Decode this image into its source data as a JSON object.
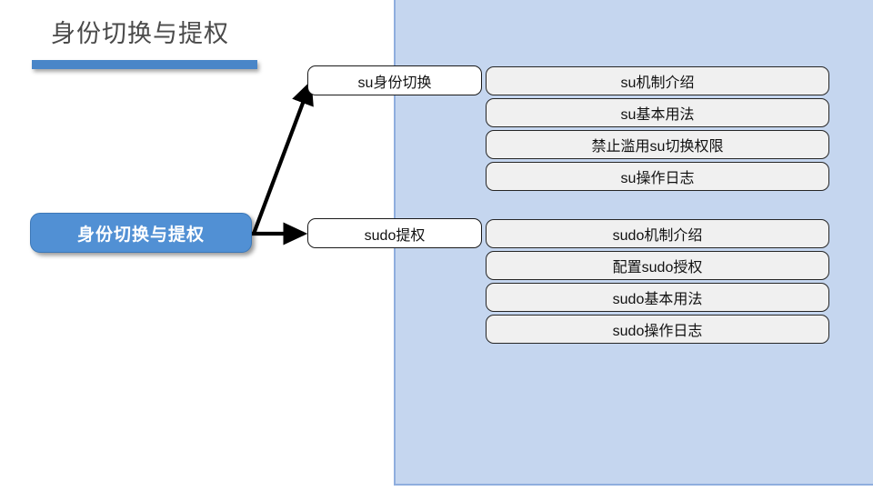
{
  "slide": {
    "title": "身份切换与提权",
    "accent_color": "#4a86c8",
    "panel_color": "#c5d6ef",
    "panel_border_color": "#8faede",
    "node_fill": "#f0f0f0",
    "root_fill": "#5190d4"
  },
  "root": {
    "label": "身份切换与提权"
  },
  "branches": [
    {
      "label": "su身份切换",
      "children": [
        {
          "label": "su机制介绍"
        },
        {
          "label": "su基本用法"
        },
        {
          "label": "禁止滥用su切换权限"
        },
        {
          "label": "su操作日志"
        }
      ]
    },
    {
      "label": "sudo提权",
      "children": [
        {
          "label": "sudo机制介绍"
        },
        {
          "label": "配置sudo授权"
        },
        {
          "label": "sudo基本用法"
        },
        {
          "label": "sudo操作日志"
        }
      ]
    }
  ]
}
